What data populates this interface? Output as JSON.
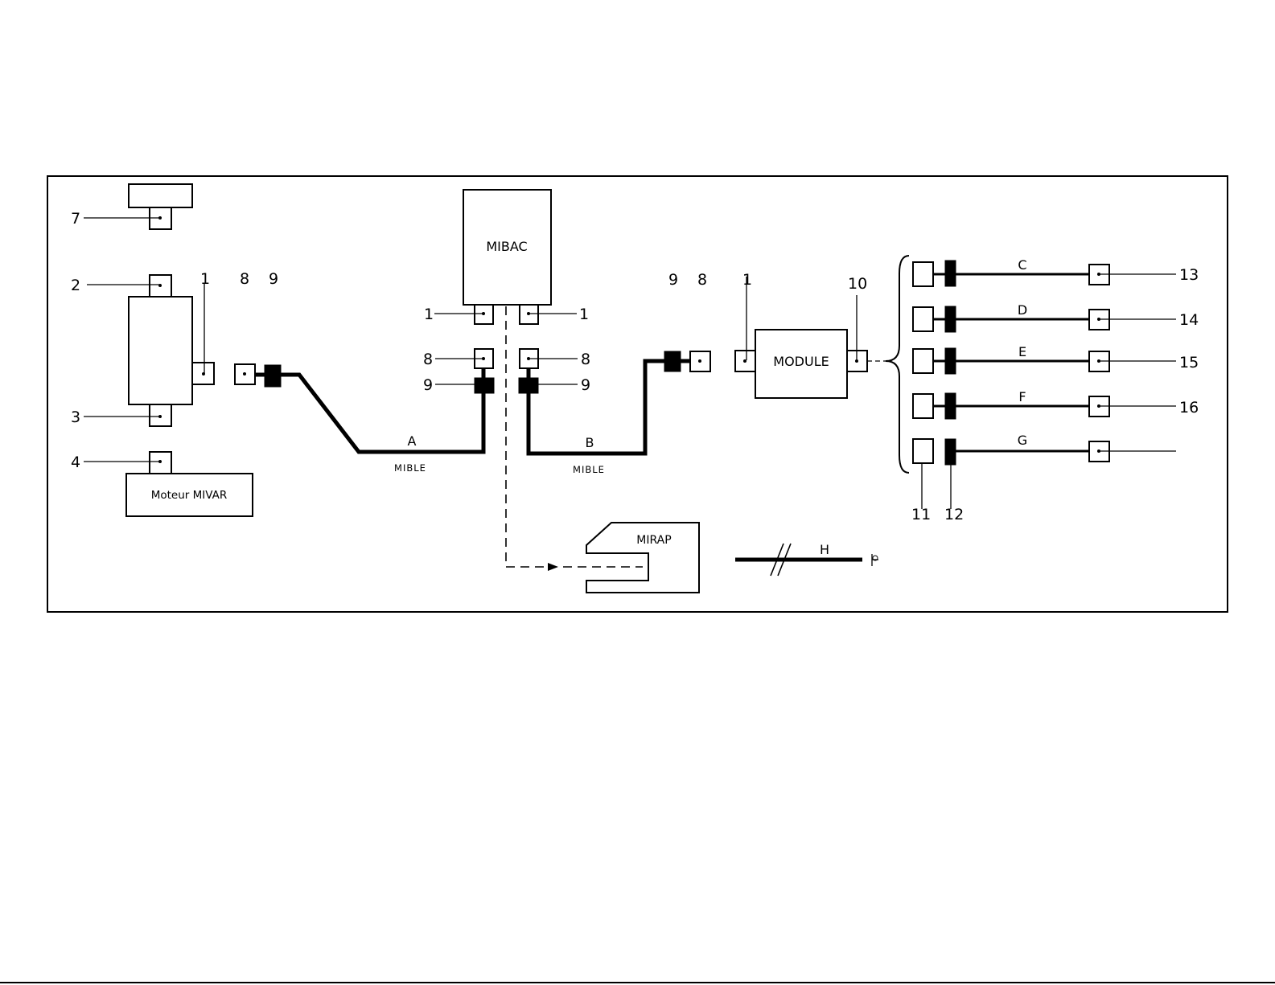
{
  "diagram": {
    "components": {
      "mibac": "MIBAC",
      "module": "MODULE",
      "mirap": "MIRAP",
      "motor": "Moteur MIVAR"
    },
    "cables": {
      "a": "A",
      "b": "B",
      "c": "C",
      "d": "D",
      "e": "E",
      "f": "F",
      "g": "G",
      "h": "H",
      "cable_type": "MIBLE"
    },
    "callouts": {
      "n1": "1",
      "n2": "2",
      "n3": "3",
      "n4": "4",
      "n7": "7",
      "n8": "8",
      "n9": "9",
      "n10": "10",
      "n11": "11",
      "n12": "12",
      "n13": "13",
      "n14": "14",
      "n15": "15",
      "n16": "16"
    },
    "symbols": {
      "terminator_icon": "terminator-icon"
    }
  }
}
